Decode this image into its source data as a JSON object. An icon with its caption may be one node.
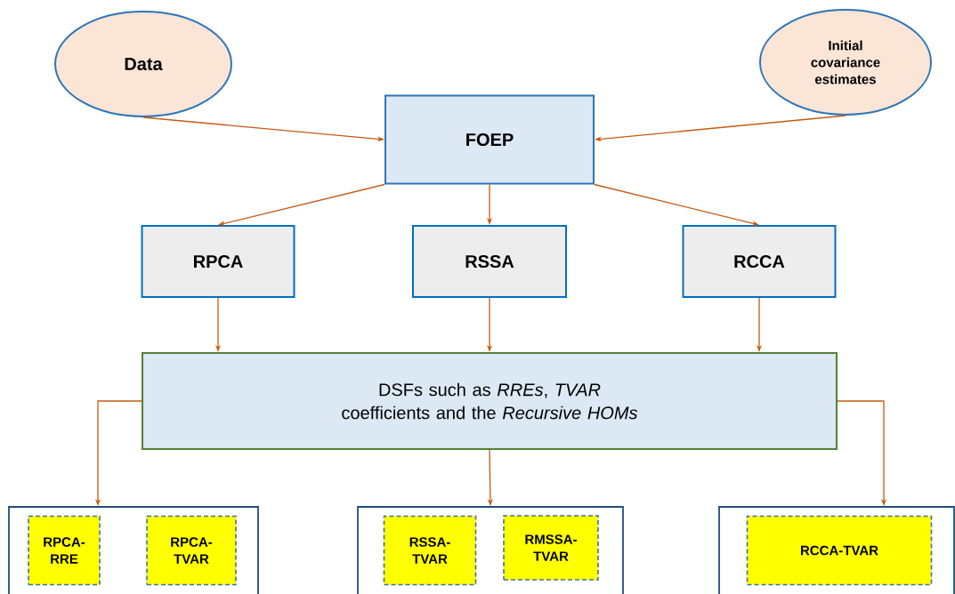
{
  "diagram": {
    "nodes": [
      {
        "text": [
          "Data"
        ]
      },
      {
        "text": [
          "Initial covariance estimates"
        ]
      },
      {
        "text": [
          "FOEP"
        ]
      },
      {
        "text": [
          "RPCA"
        ]
      },
      {
        "text": [
          "RSSA"
        ]
      },
      {
        "text": [
          "RCCA"
        ]
      },
      {
        "text": [
          "DSFs such as *RREs*, *TVAR* coefficients and the *Recursive HOMs*"
        ]
      },
      {
        "text": [],
        "shape": "box"
      },
      {
        "text": [
          "RPCA-RRE"
        ],
        "in": 7
      },
      {
        "text": [
          "RPCA-TVAR"
        ],
        "in": 7
      },
      {
        "text": [],
        "shape": "box"
      },
      {
        "text": [
          "RSSA-TVAR"
        ],
        "in": 10
      },
      {
        "text": [
          "RMSSA-TVAR"
        ],
        "in": 10
      },
      {
        "text": [],
        "shape": "box"
      },
      {
        "text": [
          "RCCA-TVAR"
        ],
        "in": 13
      }
    ],
    "edges": [
      {
        "from": 0,
        "to": 2,
        "arrow": "to"
      },
      {
        "from": 1,
        "to": 2,
        "arrow": "to"
      },
      {
        "from": 2,
        "to": 3,
        "arrow": "to"
      },
      {
        "from": 2,
        "to": 4,
        "arrow": "to"
      },
      {
        "from": 2,
        "to": 5,
        "arrow": "to"
      },
      {
        "from": 3,
        "to": 6,
        "arrow": "to"
      },
      {
        "from": 4,
        "to": 6,
        "arrow": "to"
      },
      {
        "from": 5,
        "to": 6,
        "arrow": "to"
      },
      {
        "from": 6,
        "to": 7,
        "arrow": "to"
      },
      {
        "from": 6,
        "to": 10,
        "arrow": "to"
      },
      {
        "from": 6,
        "to": 13,
        "arrow": "to"
      }
    ]
  }
}
